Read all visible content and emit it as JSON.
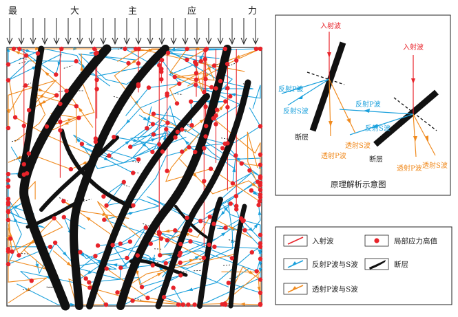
{
  "stress_chars": [
    "最",
    "大",
    "主",
    "应",
    "力"
  ],
  "principle_panel": {
    "caption": "原理解析示意图",
    "incident_wave": "入射波",
    "reflected_p": "反射P波",
    "reflected_s": "反射S波",
    "transmitted_p": "透射P波",
    "transmitted_s": "透射S波",
    "fault": "断层"
  },
  "legend": {
    "incident_wave": "入射波",
    "stress_high": "局部应力高值",
    "reflected_ps": "反射P波与S波",
    "fault": "断层",
    "transmitted_ps": "透射P波与S波"
  },
  "colors": {
    "incident": "#e8232a",
    "reflected": "#1aa0dc",
    "transmitted": "#f08a1e",
    "fault": "#111111",
    "stress_point": "#e8232a"
  }
}
